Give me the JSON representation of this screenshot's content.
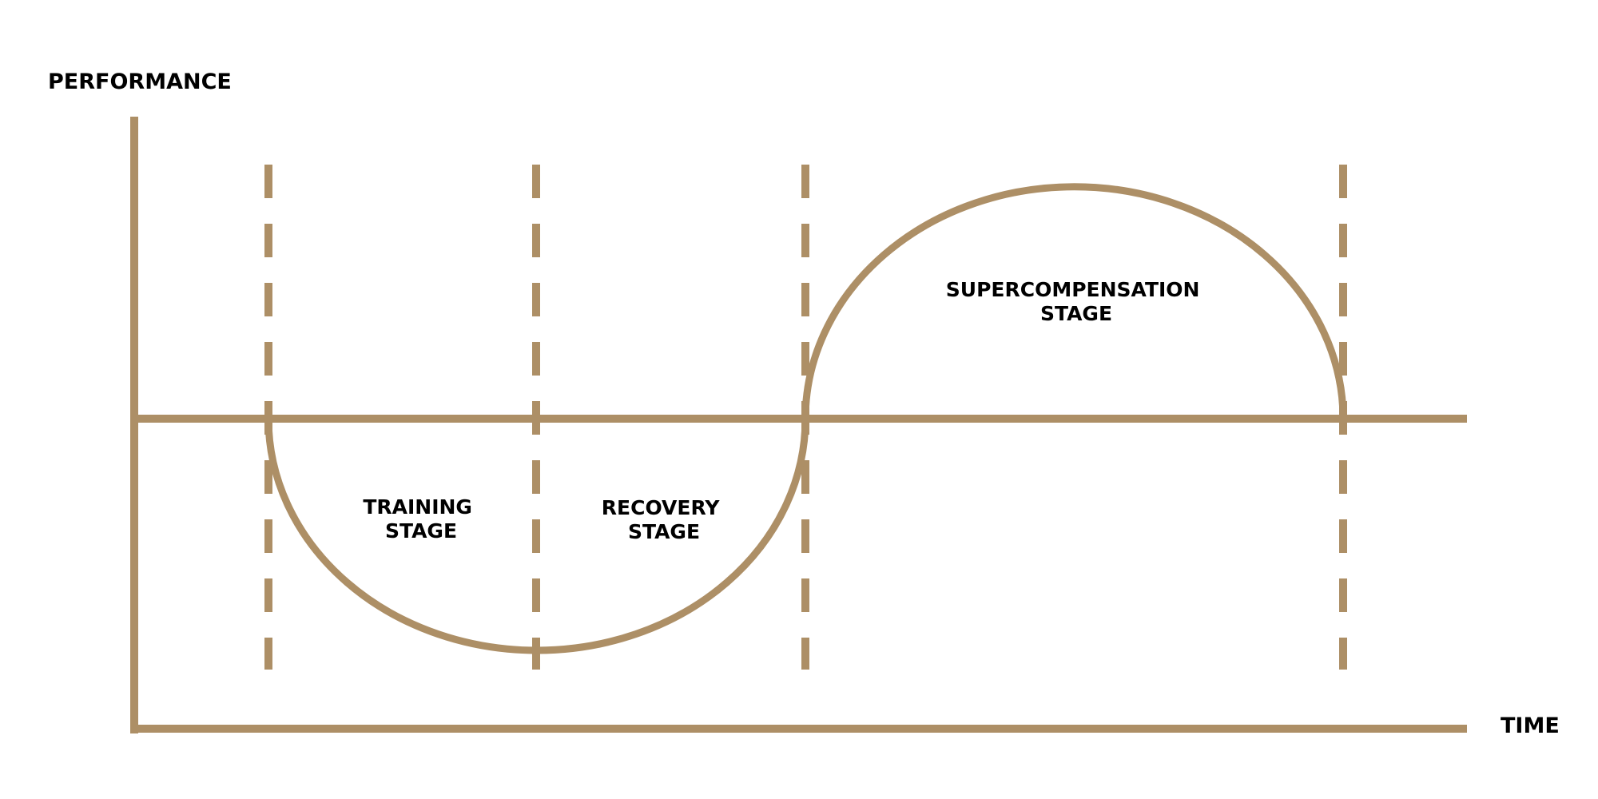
{
  "diagram": {
    "y_axis_label": "PERFORMANCE",
    "x_axis_label": "TIME",
    "stages": [
      {
        "id": "training",
        "lines": [
          "TRAINING",
          "STAGE"
        ]
      },
      {
        "id": "recovery",
        "lines": [
          "RECOVERY",
          "STAGE"
        ]
      },
      {
        "id": "supercompensation",
        "lines": [
          "SUPERCOMPENSATION",
          "STAGE"
        ]
      }
    ],
    "colors": {
      "line": "#ad8f66",
      "text": "#000000",
      "background": "#ffffff"
    }
  }
}
